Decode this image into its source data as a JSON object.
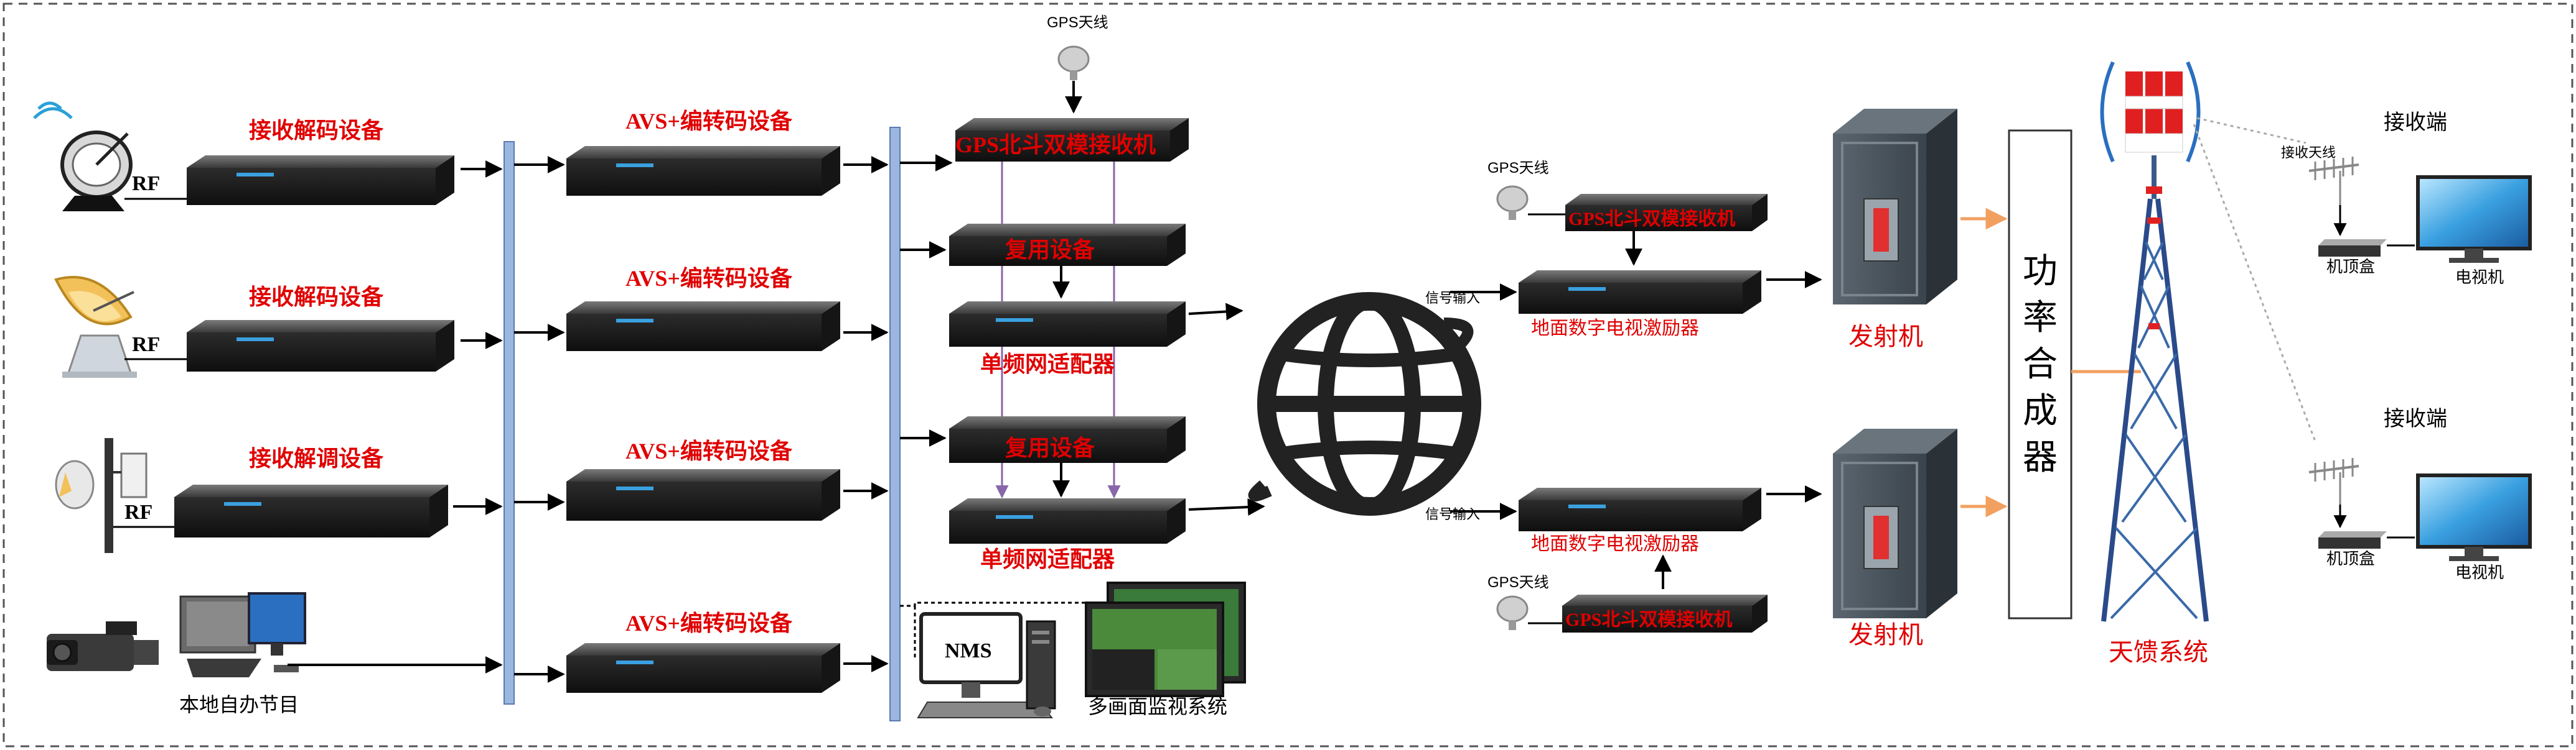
{
  "sources": {
    "rf_label": "RF",
    "local_program": "本地自办节目"
  },
  "receivers": {
    "row1": "接收解码设备",
    "row2": "接收解码设备",
    "row3": "接收解调设备"
  },
  "encoders": {
    "label": "AVS+编转码设备"
  },
  "headend": {
    "gps_antenna": "GPS天线",
    "gps_receiver": "GPS北斗双模接收机",
    "mux_top": "复用设备",
    "sfn_top": "单频网适配器",
    "mux_bottom": "复用设备",
    "sfn_bottom": "单频网适配器",
    "nms": "NMS",
    "monitor_system": "多画面监视系统"
  },
  "transmit_sites": {
    "signal_input": "信号输入",
    "gps_antenna": "GPS天线",
    "gps_receiver": "GPS北斗双模接收机",
    "exciter": "地面数字电视激励器",
    "transmitter": "发射机"
  },
  "combiner": {
    "chars": [
      "功",
      "率",
      "合",
      "成",
      "器"
    ]
  },
  "antenna_system": "天馈系统",
  "receive_end": {
    "title": "接收端",
    "antenna": "接收天线",
    "stb": "机顶盒",
    "tv": "电视机"
  },
  "colors": {
    "label_red": "#e00000",
    "bus_blue": "#9bb7e0",
    "combiner_arrow": "#f2a060",
    "mux_line": "#8866aa"
  }
}
